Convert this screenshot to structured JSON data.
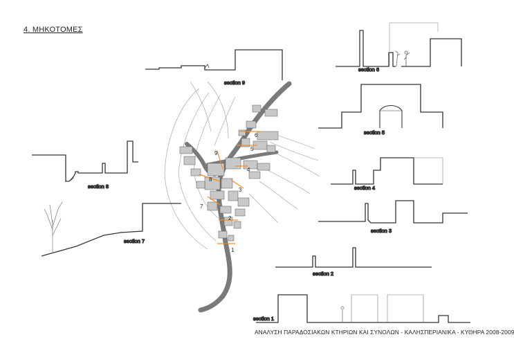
{
  "sheet": {
    "title": "4. ΜΗΚΟΤΟΜΕΣ",
    "footer": "ΑΝΑΛΥΣΗ ΠΑΡΑΔΟΣΙΑΚΩΝ ΚΤΗΡΙΩΝ ΚΑΙ ΣΥΝΟΛΩΝ - ΚΑΛΗΣΠΕΡΙΑΝΙΚΑ - ΚΥΘΗΡΑ 2008-2009"
  },
  "sections": {
    "s1": "section 1",
    "s2": "section 2",
    "s3": "section 3",
    "s4": "section 4",
    "s5": "section 5",
    "s6": "section 6",
    "s7": "section 7",
    "s8": "section 8",
    "s9": "section 9"
  },
  "cut_markers": {
    "m1": "1",
    "m2": "2",
    "m3": "3",
    "m4": "4",
    "m5": "5",
    "m6": "6",
    "m7": "7",
    "m8": "8",
    "m9": "9"
  },
  "colors": {
    "line": "#333333",
    "contour": "#9a9a9a",
    "road": "#7a7a7a",
    "building": "#c8c8c8",
    "cut": "#f28c28"
  }
}
